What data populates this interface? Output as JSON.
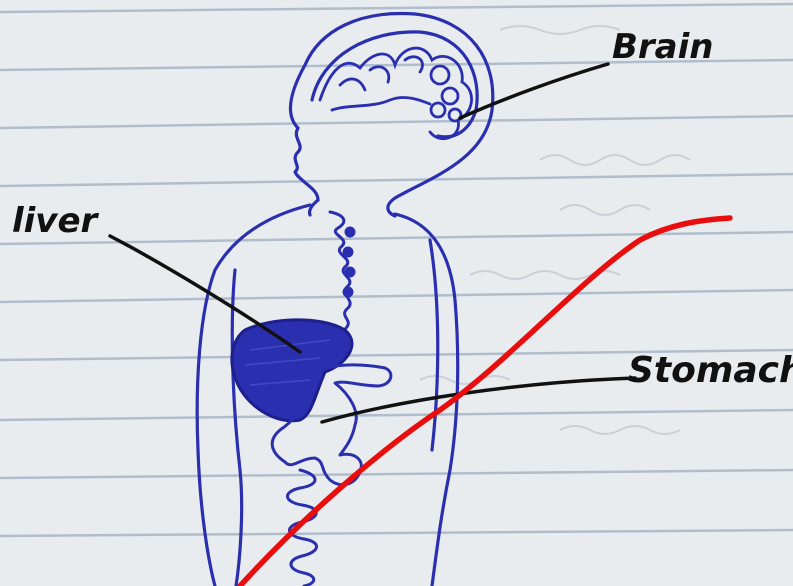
{
  "labels": {
    "brain": "Brain",
    "liver": "liver",
    "stomach": "Stomach"
  },
  "colors": {
    "paper": "#e8ecee",
    "ruled_line": "#a9b8c9",
    "ink_blue": "#2a2fb0",
    "ink_black": "#111111",
    "overlay_red": "#e80e0e"
  }
}
